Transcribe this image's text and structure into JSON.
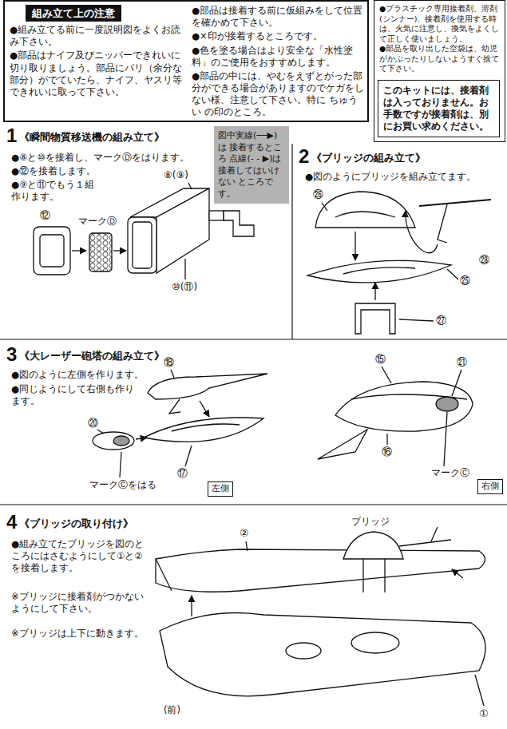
{
  "diagram": {
    "nodes": [
      {
        "text": [
          "●組み立てる前に一度説明図をよくお読み下さい。",
          "●部品はナイフ及びニッパーできれいに切り取りましょう。部品にバリ（余分な部分）がでていたら、ナイフ、ヤスリ等できれいに取って下さい。",
          "●部品は接着する前に仮組みをして位置を確かめて下さい。",
          "●×印が接着するところです。",
          "●色を塗る場合はより安全な「水性塗料」のご使用をおすすめします。",
          "●部品の中には、やむをえずとがった部分ができる場合がありますのでケガをしない様、注意して下さい。特に ちゅうい の印のところ。"
        ]
      },
      {
        "text": [
          "組み立て上の注意"
        ],
        "in": 0
      },
      {
        "text": [
          "●プラスチック専用接着剤、溶剤(シンナー)、接着剤を使用する時は、火気に注意し、換気をよくして正しく使いましょう。",
          "●部品を取り出した空袋は、幼児がかぶったりしないようすぐ捨てて下さい。"
        ]
      },
      {
        "text": [
          "このキットには、接着剤は入っておりません。お手数ですが接着剤は、別にお買い求めください。"
        ],
        "in": 2
      },
      {
        "text": [
          "図中実線(──▶)は 接着するところ 点線(- - ▶)は 接着してはいけない ところです。"
        ]
      },
      {
        "text": [
          "左側"
        ]
      },
      {
        "text": [
          "右側"
        ]
      }
    ],
    "labels": [
      "1",
      "《瞬間物質移送機の組み立て》",
      "●⑧と⑩を接着し、マークⒹをはります。",
      "●⑫を接着します。",
      "●⑨と⑪でもう１組作ります。",
      "⑫",
      "マークⒹ",
      "⑧(⑨)",
      "⑩(⑪)",
      "2",
      "《ブリッジの組み立て》",
      "●図のようにブリッジを組み立てます。",
      "㉖",
      "㉘",
      "㉕",
      "㉗",
      "3",
      "《大レーザー砲塔の組み立て》",
      "●図のように左側を作ります。",
      "●同じようにして右側も作ります。",
      "⑱",
      "⑳",
      "マークⒸをはる",
      "⑰",
      "⑮",
      "㉑",
      "⑯",
      "マークⒸ",
      "4",
      "《ブリッジの取り付け》",
      "●組み立てたブリッジを図のところにはさむようにして①と②を接着します。",
      "※ブリッジに接着剤がつかないようにして下さい。",
      "※ブリッジは上下に動きます。",
      "ブリッジ",
      "②",
      "(前)",
      "①"
    ]
  }
}
